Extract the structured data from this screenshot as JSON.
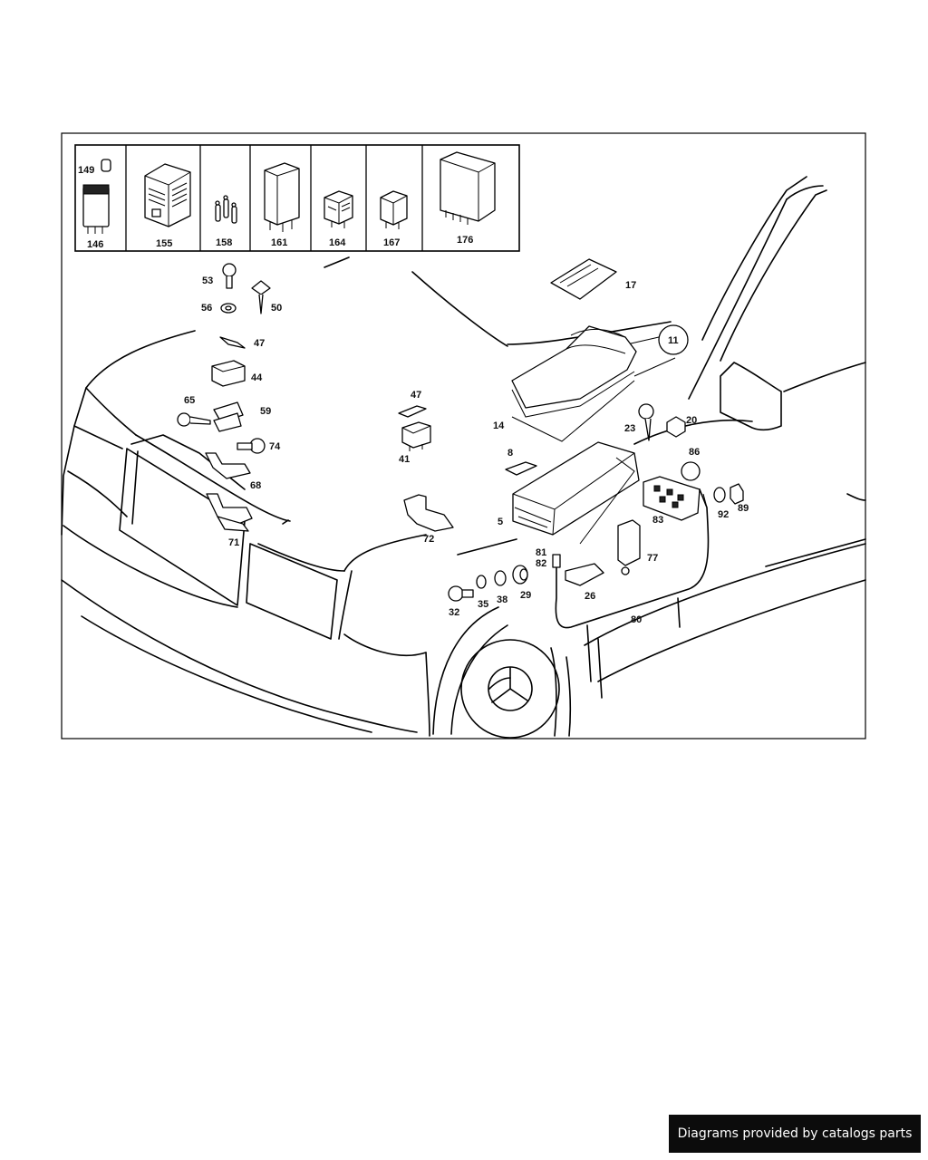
{
  "relay_panel": {
    "items": [
      {
        "label": "146",
        "extra": "149"
      },
      {
        "label": "155"
      },
      {
        "label": "158"
      },
      {
        "label": "161"
      },
      {
        "label": "164"
      },
      {
        "label": "167"
      },
      {
        "label": "176"
      }
    ]
  },
  "callouts": {
    "p53": "53",
    "p56": "56",
    "p50": "50",
    "p47a": "47",
    "p44": "44",
    "p65": "65",
    "p59": "59",
    "p74": "74",
    "p68": "68",
    "p71": "71",
    "p47b": "47",
    "p41": "41",
    "p72": "72",
    "p17": "17",
    "p11": "11",
    "p14": "14",
    "p23": "23",
    "p20": "20",
    "p8": "8",
    "p86": "86",
    "p5": "5",
    "p83": "83",
    "p92": "92",
    "p89": "89",
    "p81": "81",
    "p82": "82",
    "p77": "77",
    "p26": "26",
    "p80": "80",
    "p32": "32",
    "p35": "35",
    "p38": "38",
    "p29": "29"
  },
  "footer": {
    "text": "Diagrams provided by catalogs parts"
  }
}
